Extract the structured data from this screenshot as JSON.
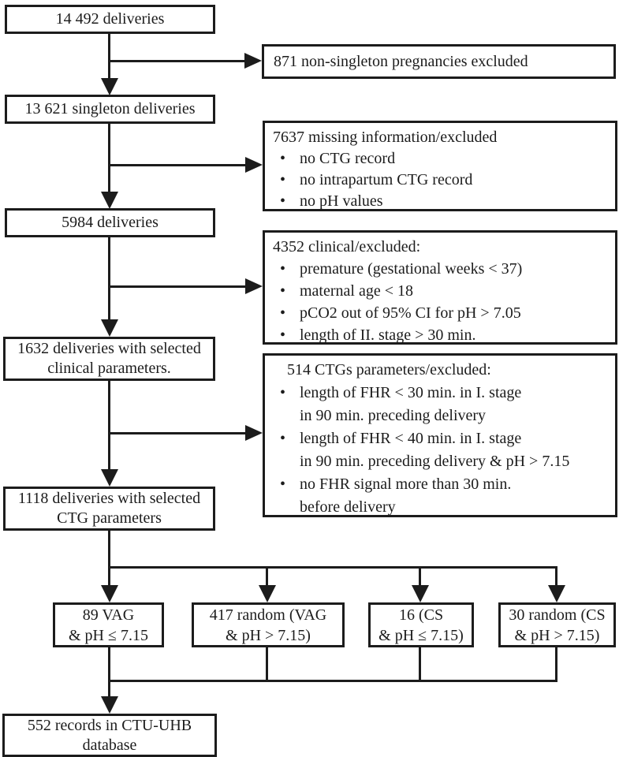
{
  "ui": {
    "bullet": "•",
    "line_color": "#1c1c1c",
    "background": "#ffffff"
  },
  "main_flow": [
    {
      "lines": [
        "14 492 deliveries"
      ]
    },
    {
      "lines": [
        "13 621 singleton deliveries"
      ]
    },
    {
      "lines": [
        "5984 deliveries"
      ]
    },
    {
      "lines": [
        "1632 deliveries with selected",
        "clinical parameters."
      ]
    },
    {
      "lines": [
        "1118 deliveries with selected",
        "CTG parameters"
      ]
    },
    {
      "lines": [
        "552 records in CTU-UHB",
        "database"
      ]
    }
  ],
  "exclusions": [
    {
      "title": "871 non-singleton pregnancies excluded",
      "bullets": []
    },
    {
      "title": "7637 missing information/excluded",
      "bullets": [
        {
          "lines": [
            "no CTG record"
          ]
        },
        {
          "lines": [
            "no intrapartum CTG record"
          ]
        },
        {
          "lines": [
            "no pH values"
          ]
        }
      ]
    },
    {
      "title": "4352 clinical/excluded:",
      "bullets": [
        {
          "lines": [
            "premature (gestational weeks < 37)"
          ]
        },
        {
          "lines": [
            "maternal age < 18"
          ]
        },
        {
          "lines": [
            "pCO2 out of 95% CI for pH > 7.05"
          ]
        },
        {
          "lines": [
            "length of II. stage > 30 min."
          ]
        }
      ]
    },
    {
      "title": "514 CTGs parameters/excluded:",
      "bullets": [
        {
          "lines": [
            "length of FHR < 30 min. in I. stage",
            "in 90 min. preceding delivery"
          ]
        },
        {
          "lines": [
            "length of FHR < 40 min. in I. stage",
            "in 90 min. preceding delivery & pH > 7.15"
          ]
        },
        {
          "lines": [
            "no FHR signal more than 30 min.",
            "before delivery"
          ]
        }
      ]
    }
  ],
  "groups": [
    {
      "lines": [
        "89 VAG",
        "& pH ≤ 7.15"
      ]
    },
    {
      "lines": [
        "417 random (VAG",
        "& pH > 7.15)"
      ]
    },
    {
      "lines": [
        "16 (CS",
        "& pH ≤ 7.15)"
      ]
    },
    {
      "lines": [
        "30 random (CS",
        "& pH > 7.15)"
      ]
    }
  ]
}
